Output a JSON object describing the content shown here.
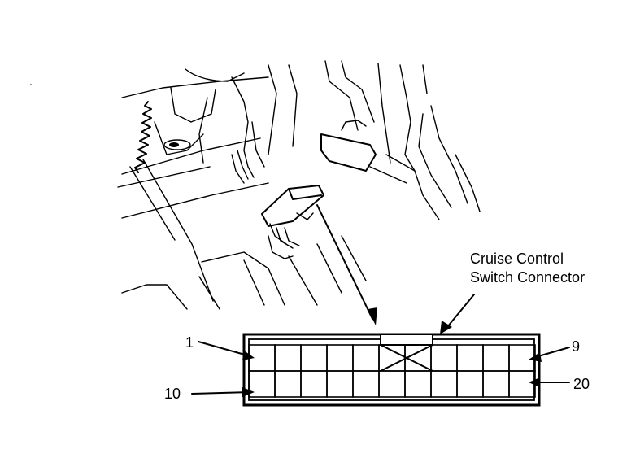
{
  "labels": {
    "title_line1": "Cruise Control",
    "title_line2": "Switch Connector",
    "pin_top_left": "1",
    "pin_bottom_left": "10",
    "pin_top_right": "9",
    "pin_bottom_right": "20"
  },
  "connector": {
    "rows": 2,
    "top_row_cells": 11,
    "bottom_row_cells": 11,
    "keyed_blank_position": "top row, cells 6-7 (marked with X)"
  }
}
